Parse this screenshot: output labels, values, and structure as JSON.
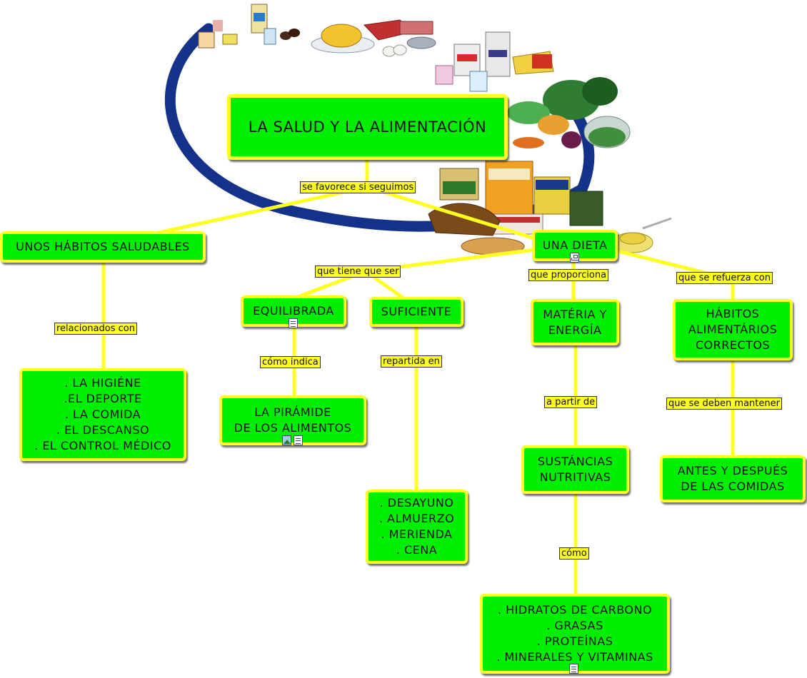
{
  "colors": {
    "node_fill": "#00ee00",
    "node_border": "#ffff22",
    "connector": "#ffff22",
    "label_fill": "#ffff22"
  },
  "background": {
    "illustration": "food-pyramid-wheel-illustration"
  },
  "nodes": {
    "title": "LA SALUD Y LA ALIMENTACIÓN",
    "habitos": "UNOS HÁBITOS SALUDABLES",
    "dieta": "UNA DIETA",
    "equilibrada": "EQUILIBRADA",
    "suficiente": "SUFICIENTE",
    "materia": "MATÉRIA Y\nENERGÍA",
    "habitos_correctos": "HÁBITOS\nALIMENTÁRIOS\nCORRECTOS",
    "higiene": ". LA HIGIÉNE\n.EL DEPORTE\n. LA COMIDA\n. EL DESCANSO\n. EL CONTROL MÉDICO",
    "piramide": "LA PIRÁMIDE\nDE LOS ALIMENTOS",
    "comidas": ". DESAYUNO\n. ALMUERZO\n. MERIENDA\n. CENA",
    "sustancias": "SUSTÁNCIAS\nNUTRITIVAS",
    "antes": "ANTES Y DESPUÉS\nDE LAS COMIDAS",
    "nutrientes": ". HIDRATOS DE CARBONO\n. GRASAS\n. PROTEÍNAS\n. MINERALES Y VITAMINAS"
  },
  "linking_phrases": {
    "favorece": "se favorece si seguimos",
    "tiene_que_ser": "que tiene que ser",
    "proporciona": "que proporciona",
    "refuerza": "que se refuerza con",
    "relacionados": "relacionados con",
    "como_indica": "cómo indica",
    "repartida": "repartida en",
    "a_partir": "a partir de",
    "mantener": "que se deben mantener",
    "como": "cómo"
  },
  "resource_icons": [
    "concept-map-link-icon",
    "document-icon",
    "image-icon",
    "document-icon",
    "document-icon"
  ]
}
